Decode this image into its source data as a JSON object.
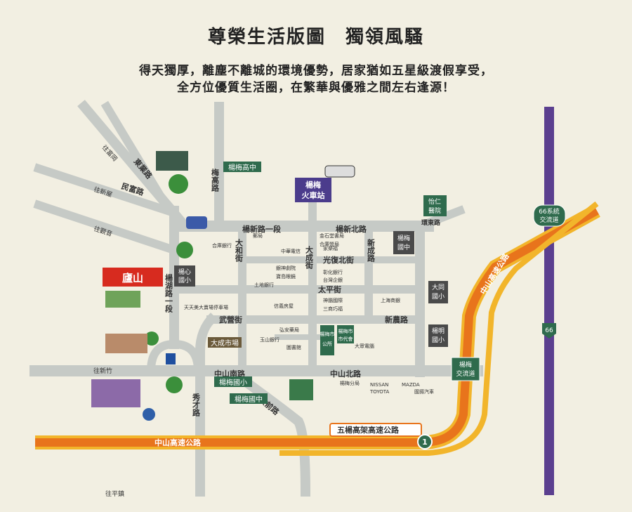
{
  "header": {
    "title": "尊榮生活版圖　獨領風騷",
    "subtitle_line1": "得天獨厚，離塵不離城的環境優勢，居家猶如五星級渡假享受，",
    "subtitle_line2": "全方位優質生活圈，在繁華與優雅之間左右逢源！"
  },
  "road_labels": [
    {
      "id": "yangxin-road",
      "text": "楊新路一段"
    },
    {
      "id": "yangxin-north",
      "text": "楊新北路"
    },
    {
      "id": "zhongshan-south",
      "text": "中山南路"
    },
    {
      "id": "zhongshan-north",
      "text": "中山北路"
    },
    {
      "id": "guangfu-north",
      "text": "光復北街"
    },
    {
      "id": "taiping",
      "text": "太平街"
    },
    {
      "id": "xinnong",
      "text": "新農路"
    },
    {
      "id": "wuying",
      "text": "武營街"
    },
    {
      "id": "dacheng",
      "text": "大成街"
    },
    {
      "id": "dahe",
      "text": "大和街"
    },
    {
      "id": "xincheng",
      "text": "新成路"
    },
    {
      "id": "yanghu",
      "text": "楊湖路一段"
    },
    {
      "id": "meimei-high-rd",
      "text": "梅高路"
    },
    {
      "id": "xiucai",
      "text": "秀才路"
    },
    {
      "id": "xiao-qian",
      "text": "校前路"
    },
    {
      "id": "minfu",
      "text": "民富路"
    },
    {
      "id": "dongye",
      "text": "東業路"
    },
    {
      "id": "huanbei",
      "text": "環東路"
    },
    {
      "id": "five-yang",
      "text": "五楊高架高速公路"
    },
    {
      "id": "freeway",
      "text": "中山高速公路"
    },
    {
      "id": "freeway-diag",
      "text": "中山高速公路"
    }
  ],
  "direction_labels": [
    {
      "id": "to-wumao",
      "text": "往富岡"
    },
    {
      "id": "to-xinwu",
      "text": "往新屋"
    },
    {
      "id": "to-guanyin",
      "text": "往觀音"
    },
    {
      "id": "to-xinzhu",
      "text": "往新竹"
    },
    {
      "id": "to-pingzhen",
      "text": "往平鎮"
    }
  ],
  "landmarks": {
    "station_line1": "楊梅",
    "station_line2": "火車站",
    "lushan": "廬山",
    "yangxin_elem_1": "楊心",
    "yangxin_elem_2": "國小",
    "yangmei_junior_1": "楊梅",
    "yangmei_junior_2": "國中",
    "datong_1": "大同",
    "datong_2": "國小",
    "yangming_1": "楊明",
    "yangming_2": "國小",
    "yiren_1": "怡仁",
    "yiren_2": "醫院",
    "yangmei_high": "楊梅高中",
    "yangmei_elem": "楊梅國小",
    "yangmei_junior_south": "楊梅國中",
    "dacheng_market": "大成市場",
    "city_hall_1": "楊梅市",
    "city_hall_2": "公所",
    "city_office_1": "楊梅市",
    "city_office_2": "市代會",
    "jct66_1": "66系統",
    "jct66_2": "交流道",
    "yangmei_ic_1": "楊梅",
    "yangmei_ic_2": "交流道",
    "route66": "66",
    "route1": "1"
  },
  "shops": [
    {
      "id": "tianyi",
      "text": "天天美大賣場停車場"
    },
    {
      "id": "hexing",
      "text": "合庫銀行"
    },
    {
      "id": "yuyi",
      "text": "郵局"
    },
    {
      "id": "jinjing",
      "text": "金石堂書局"
    },
    {
      "id": "huade",
      "text": "合庫營局"
    },
    {
      "id": "zhonghua",
      "text": "中華電信"
    },
    {
      "id": "jiaojia",
      "text": "家樂福"
    },
    {
      "id": "yinshi",
      "text": "銀神劇院"
    },
    {
      "id": "baoli",
      "text": "寶島眼鏡"
    },
    {
      "id": "zhangbank",
      "text": "彰化銀行"
    },
    {
      "id": "taiwanbank",
      "text": "台灣企銀"
    },
    {
      "id": "landbank",
      "text": "土地銀行"
    },
    {
      "id": "shenyi",
      "text": "神腦國際"
    },
    {
      "id": "sanshang",
      "text": "三商巧福"
    },
    {
      "id": "xinmei",
      "text": "信義房屋"
    },
    {
      "id": "yushan",
      "text": "玉山銀行"
    },
    {
      "id": "hongan",
      "text": "弘安藥局"
    },
    {
      "id": "tushu",
      "text": "圖書館"
    },
    {
      "id": "jiangxian",
      "text": "楊梅分局"
    },
    {
      "id": "shanghai",
      "text": "上海商銀"
    },
    {
      "id": "dazhong",
      "text": "大眾電腦"
    },
    {
      "id": "nissan",
      "text": "NISSAN"
    },
    {
      "id": "toyota",
      "text": "TOYOTA"
    },
    {
      "id": "mazda",
      "text": "MAZDA"
    },
    {
      "id": "guoyang",
      "text": "國揚汽車"
    }
  ],
  "colors": {
    "background": "#f2efe2",
    "road": "#c7cbc7",
    "green_sign": "#2f6b4d",
    "dark_sign": "#4a4a4a",
    "freeway": "#e8741c",
    "expressway": "#f2b52b",
    "route66": "#5b3f8f",
    "station": "#4b3c8c",
    "lushan": "#d72b1f"
  }
}
